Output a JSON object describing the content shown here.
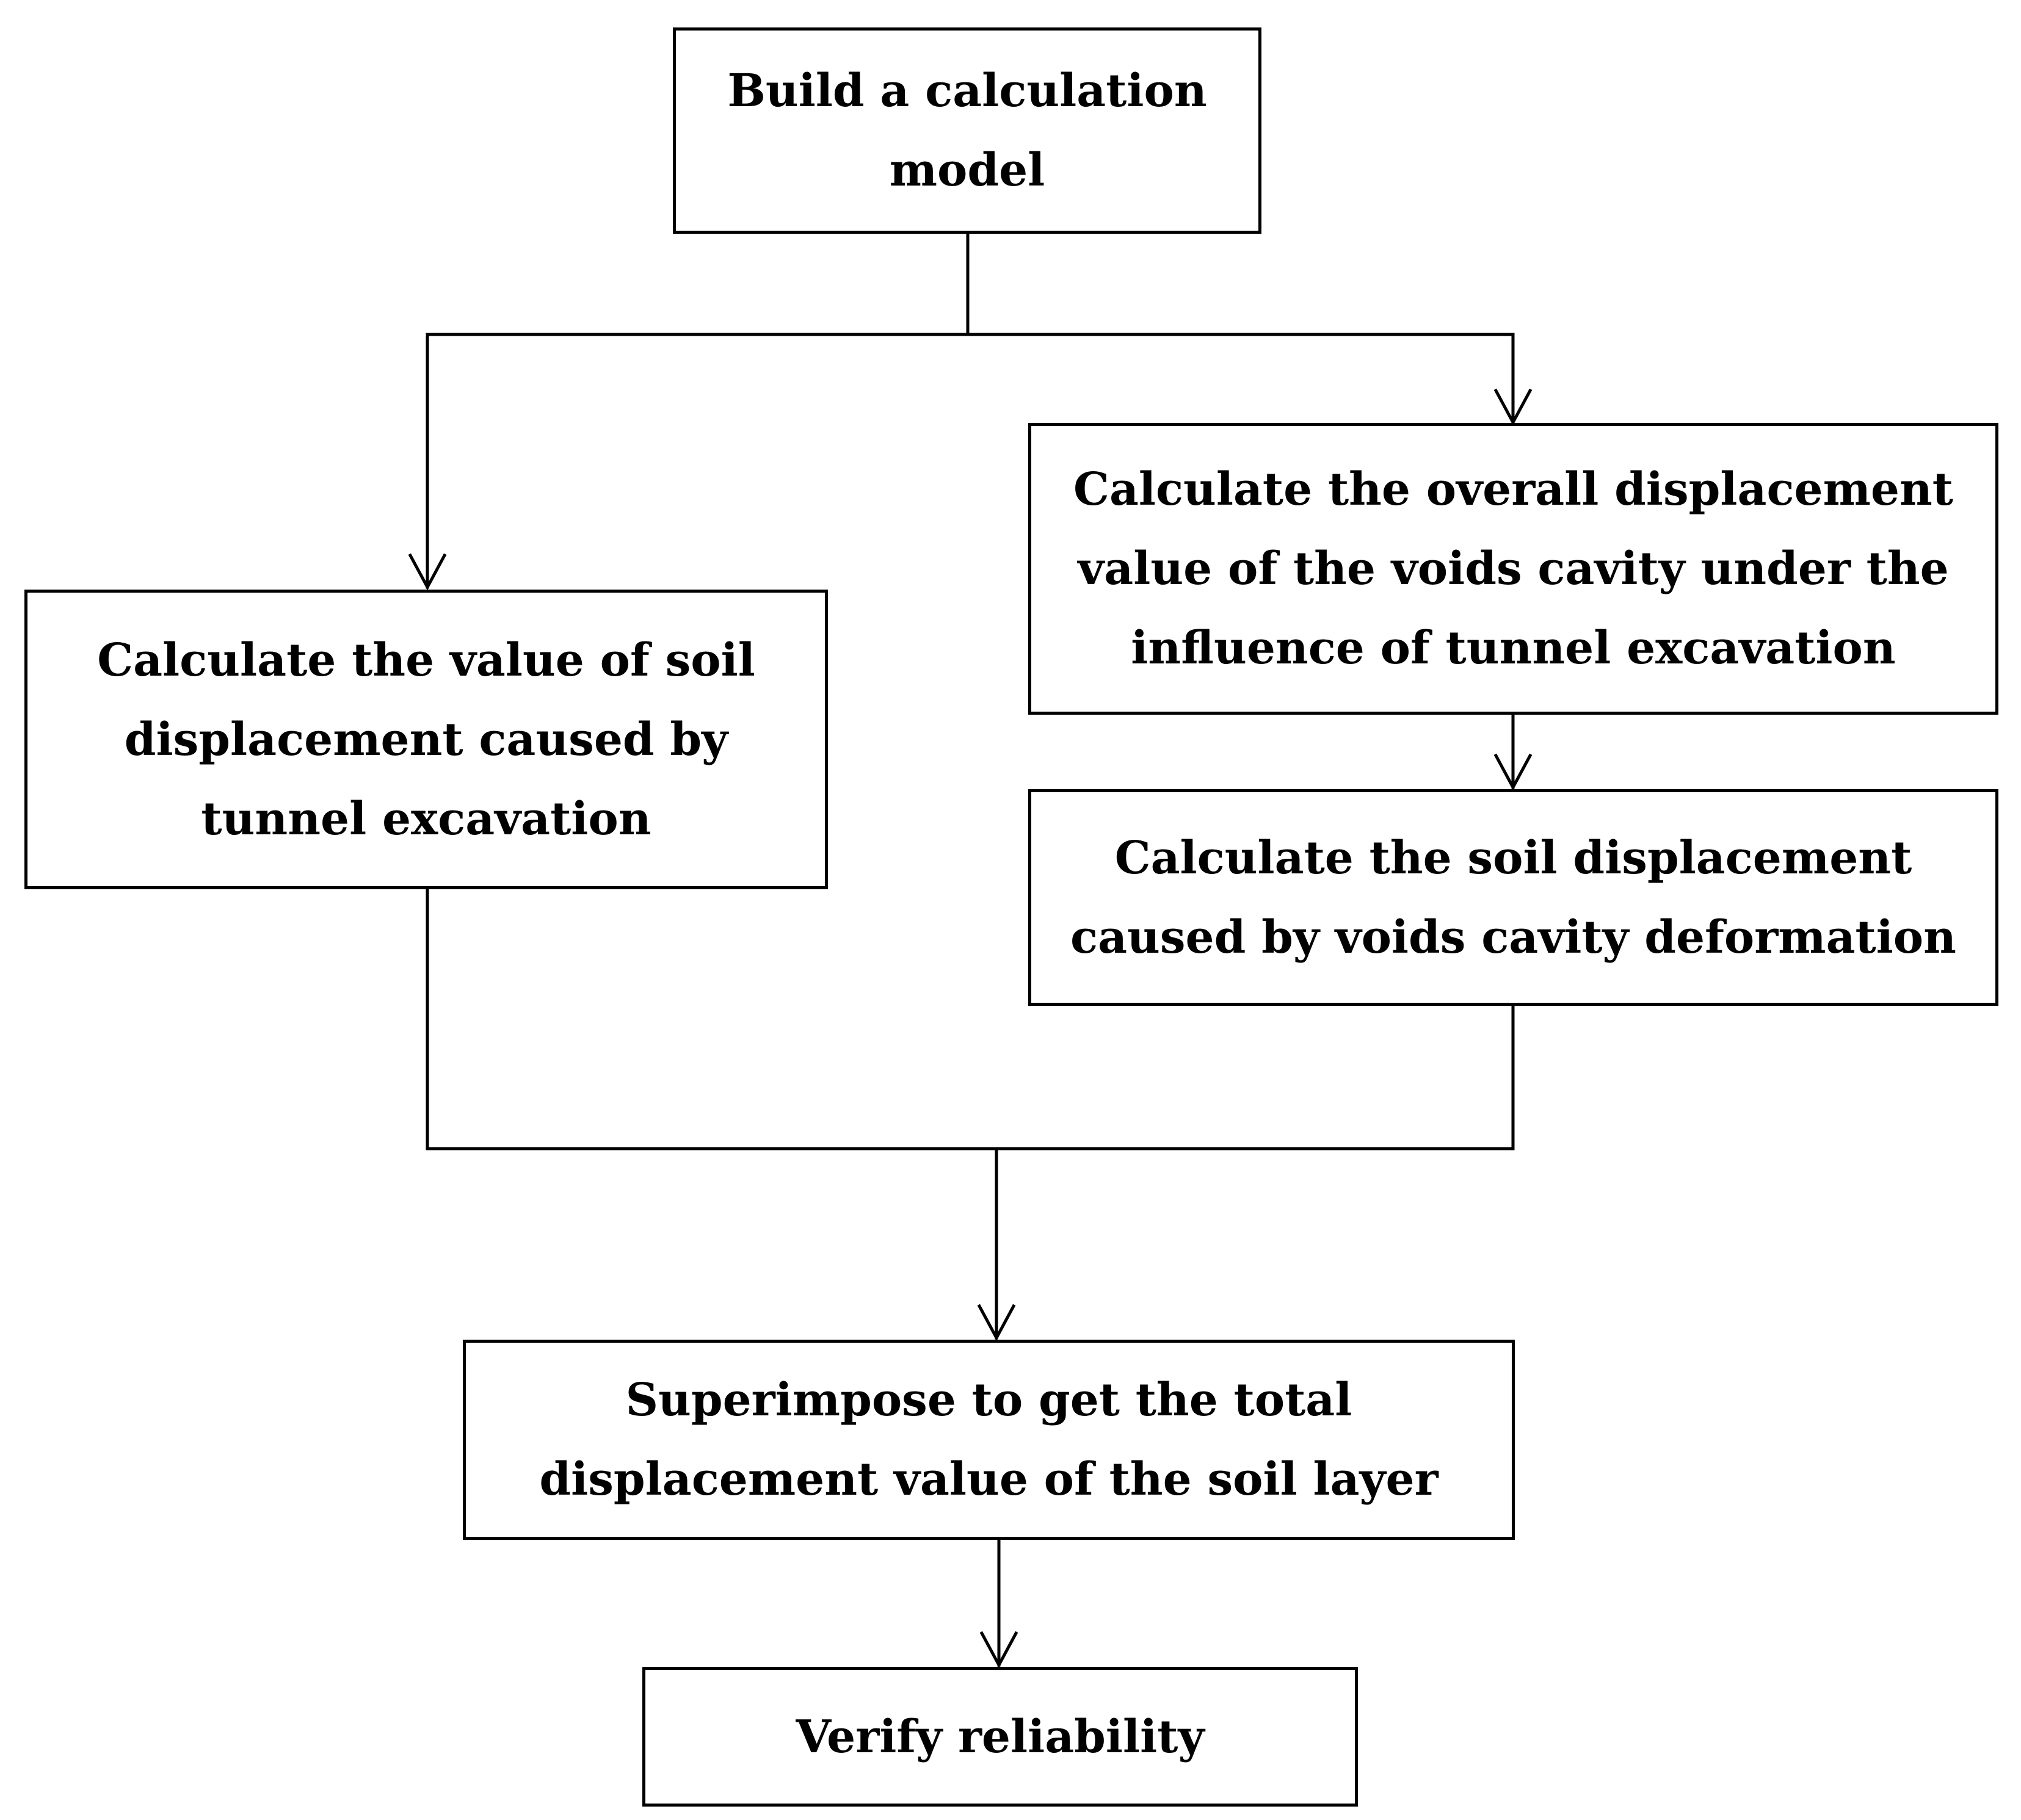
{
  "nodes": {
    "build_model": {
      "text": "Build a calculation\nmodel"
    },
    "overall_displacement": {
      "text": "Calculate the overall displacement\nvalue of the voids cavity under the\ninfluence of tunnel excavation"
    },
    "soil_displacement_excavation": {
      "text": "Calculate the value of soil\ndisplacement caused by\ntunnel excavation"
    },
    "soil_displacement_cavity": {
      "text": "Calculate the soil displacement\ncaused by voids cavity deformation"
    },
    "superimpose": {
      "text": "Superimpose to get the total\ndisplacement value of the soil layer"
    },
    "verify": {
      "text": "Verify reliability"
    }
  },
  "edges": [
    {
      "from": "build_model",
      "to": "soil_displacement_excavation"
    },
    {
      "from": "build_model",
      "to": "overall_displacement"
    },
    {
      "from": "overall_displacement",
      "to": "soil_displacement_cavity"
    },
    {
      "from": "soil_displacement_excavation",
      "to": "superimpose"
    },
    {
      "from": "soil_displacement_cavity",
      "to": "superimpose"
    },
    {
      "from": "superimpose",
      "to": "verify"
    }
  ]
}
